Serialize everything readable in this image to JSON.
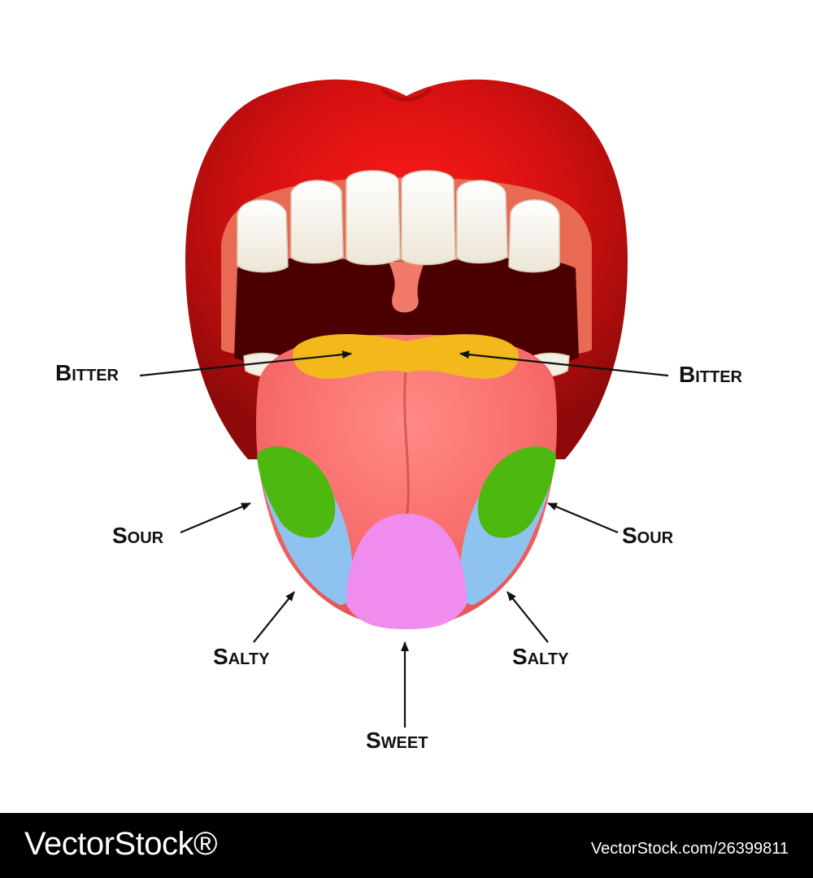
{
  "labels": {
    "bitter_left": "Bitter",
    "bitter_right": "Bitter",
    "sour_left": "Sour",
    "sour_right": "Sour",
    "salty_left": "Salty",
    "salty_right": "Salty",
    "sweet": "Sweet"
  },
  "zones": {
    "bitter": "#f2b81c",
    "sour": "#4cb810",
    "salty": "#8fc3ef",
    "sweet": "#f08cee",
    "tongue": "#f66e6e"
  },
  "footer": {
    "brand": "VectorStock®",
    "asset_id": "VectorStock.com/26399811"
  }
}
